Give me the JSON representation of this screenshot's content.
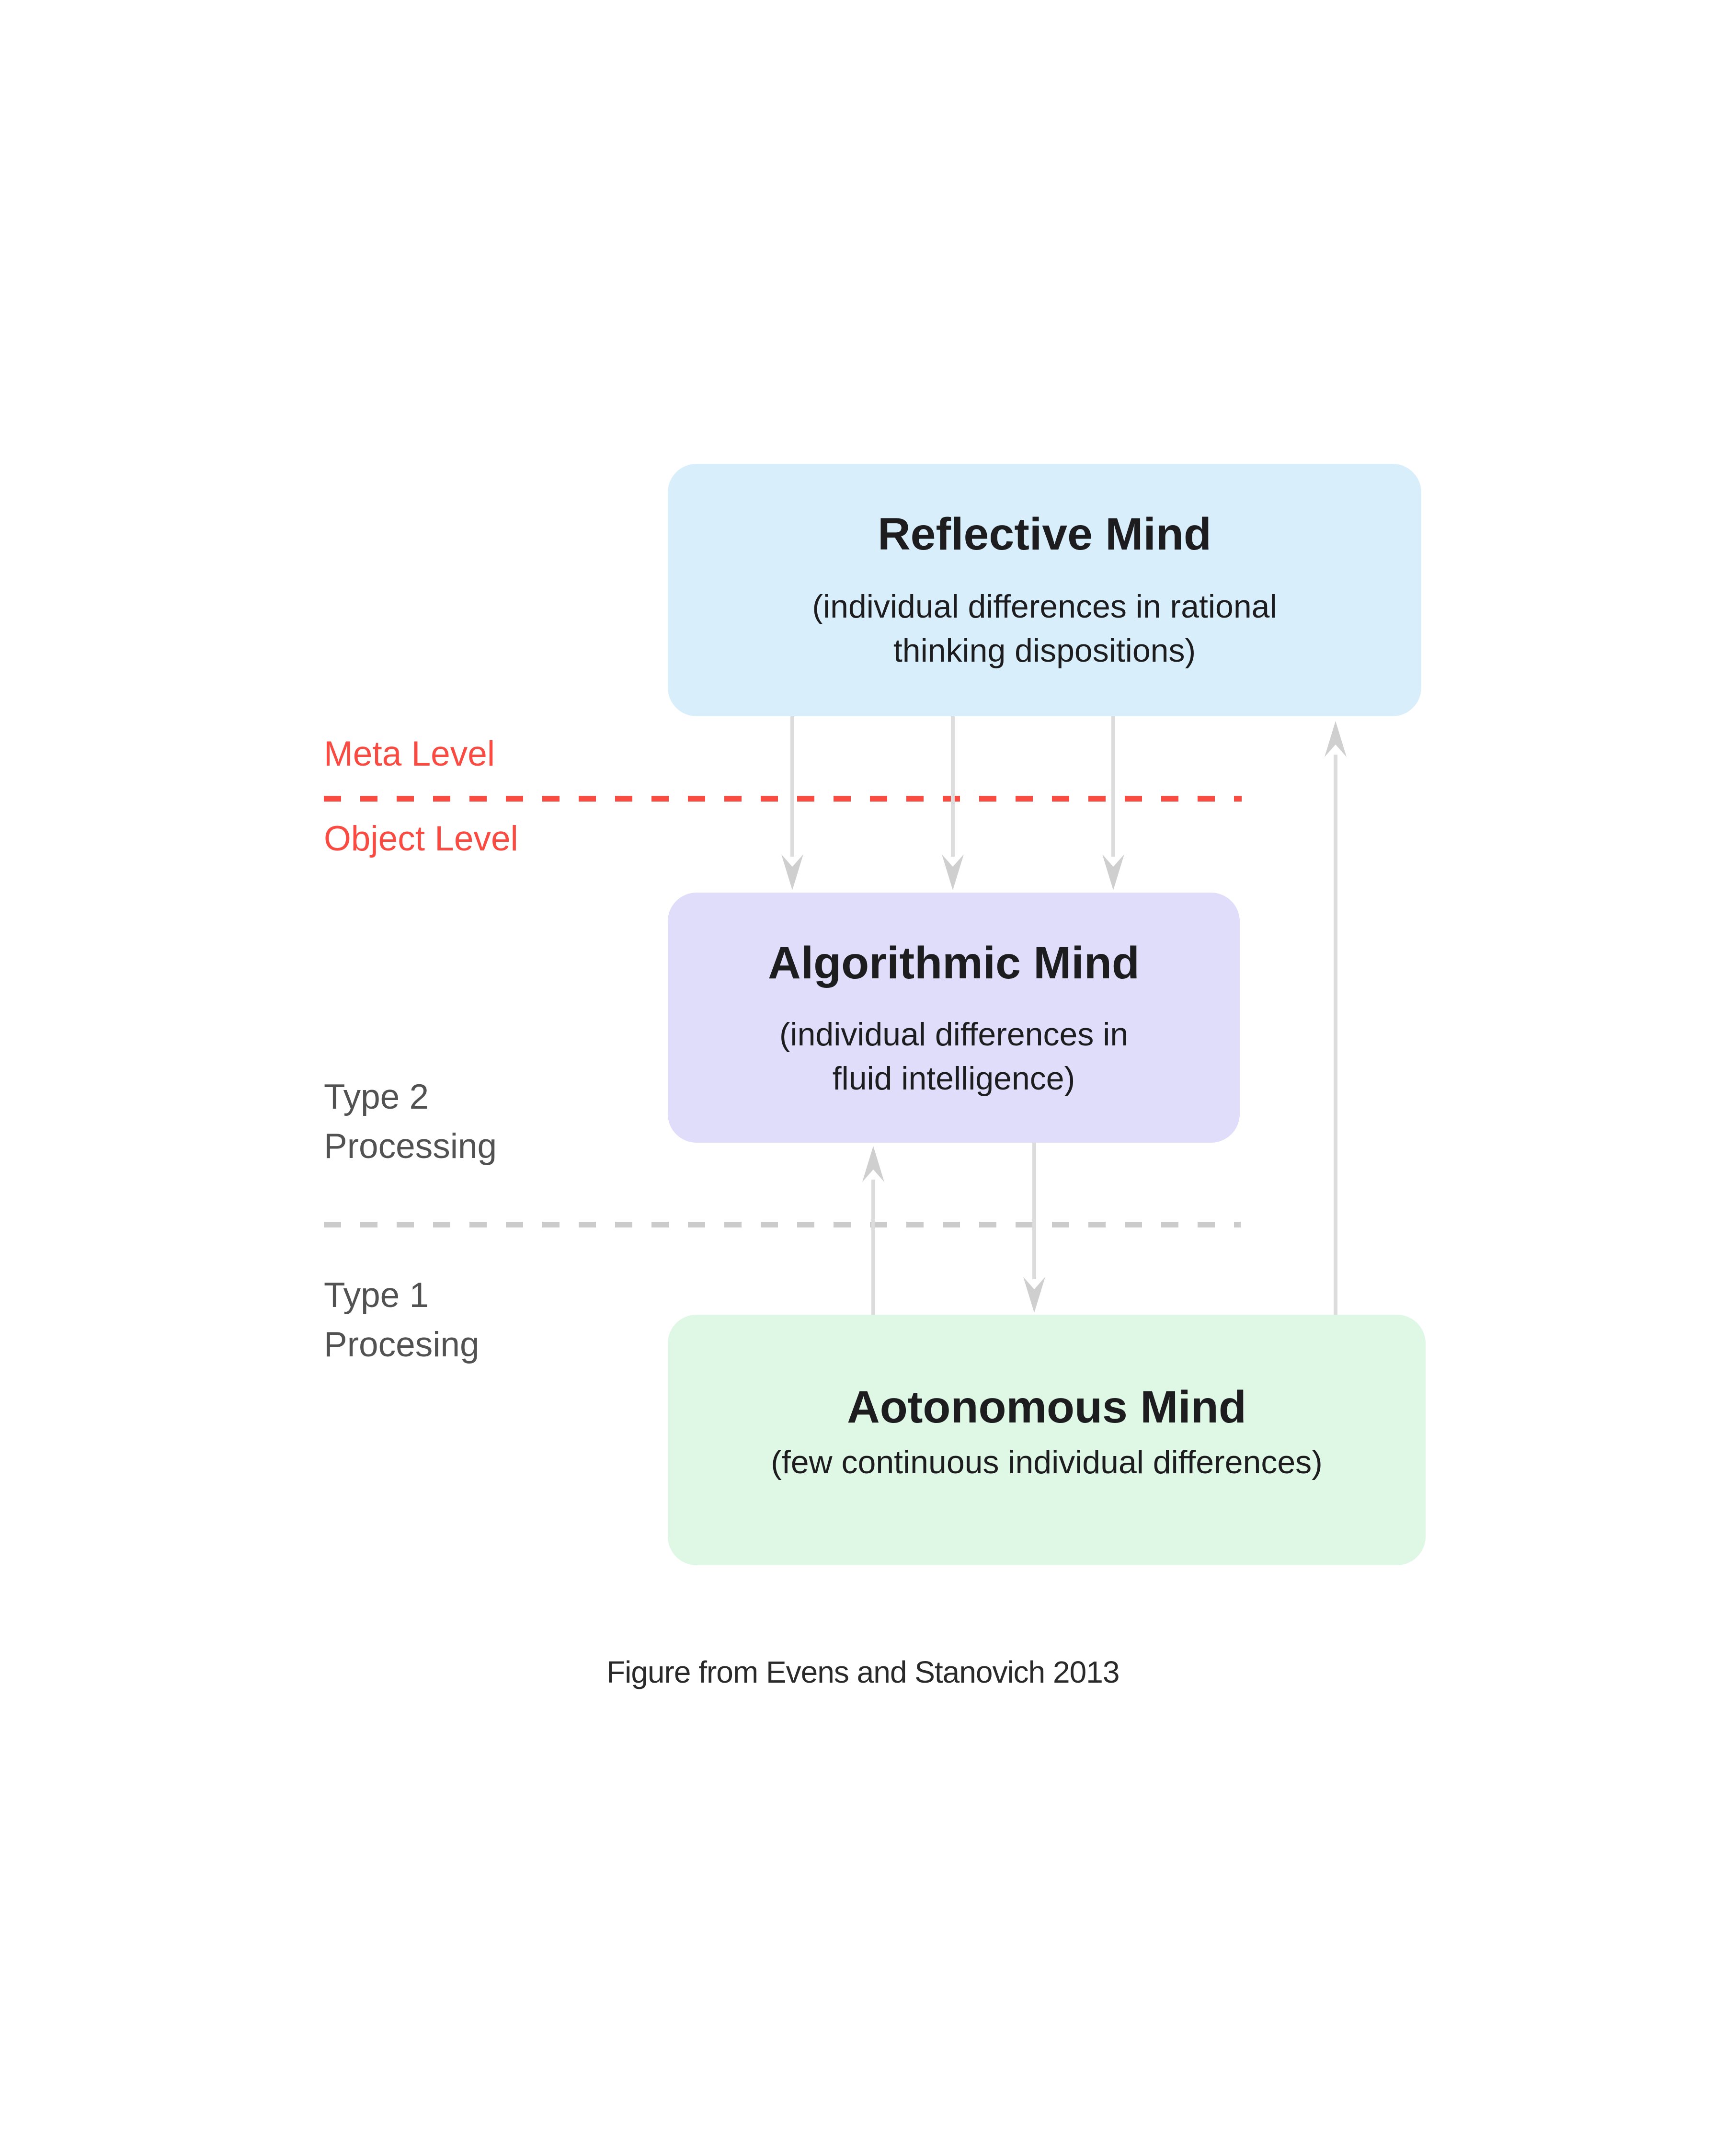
{
  "figure": {
    "boxes": [
      {
        "id": "reflective",
        "title": "Reflective Mind",
        "subtitle_lines": [
          "(individual differences in rational",
          "thinking dispositions)"
        ],
        "bg": "#D8EFFB"
      },
      {
        "id": "algorithmic",
        "title": "Algorithmic Mind",
        "subtitle_lines": [
          "(individual differences in",
          "fluid intelligence)"
        ],
        "bg": "#DFDDF9"
      },
      {
        "id": "autonomous",
        "title": "Aotonomous Mind",
        "subtitle_lines": [
          "(few continuous individual differences)"
        ],
        "bg": "#DFF8E5"
      }
    ],
    "labels": {
      "meta_level": "Meta Level",
      "object_level": "Object Level",
      "type2_line1": "Type 2",
      "type2_line2": "Processing",
      "type1_line1": "Type 1",
      "type1_line2": "Procesing"
    },
    "caption": "Figure from Evens and Stanovich 2013",
    "colors": {
      "level_divider_red": "#F94B42",
      "processing_divider_gray": "#CBCBCB",
      "arrow_gray": "#DCDCDC",
      "side_label_gray": "#525252"
    }
  }
}
